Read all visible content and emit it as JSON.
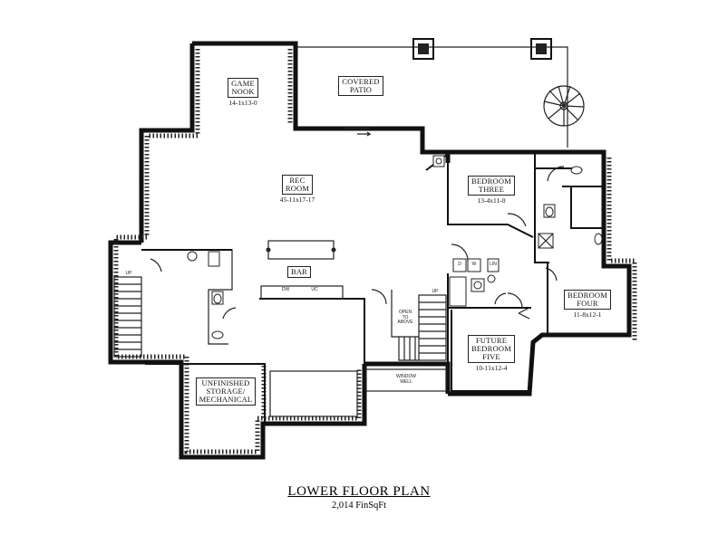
{
  "plan": {
    "title": "LOWER FLOOR PLAN",
    "subtitle": "2,014 FinSqFt"
  },
  "rooms": {
    "game_nook": {
      "name": "GAME\nNOOK",
      "dim": "14-1x13-0"
    },
    "covered_patio": {
      "name": "COVERED\nPATIO"
    },
    "rec_room": {
      "name": "REC\nROOM",
      "dim": "45-11x17-17"
    },
    "bedroom_three": {
      "name": "BEDROOM\nTHREE",
      "dim": "13-4x11-0"
    },
    "bedroom_four": {
      "name": "BEDROOM\nFOUR",
      "dim": "11-8x12-1"
    },
    "future_bedroom_five": {
      "name": "FUTURE\nBEDROOM\nFIVE",
      "dim": "10-11x12-4"
    },
    "bar": {
      "name": "BAR"
    },
    "unfinished_storage": {
      "name": "UNFINISHED\nSTORAGE/\nMECHANICAL"
    }
  },
  "labels": {
    "open_to_above": "OPEN\nTO\nABOVE",
    "window_well": "WINDOW\nWELL",
    "up_left": "UP",
    "up_center": "UP",
    "dw": "DW",
    "uc": "UC",
    "lin": "LIN",
    "w": "W",
    "d": "D"
  },
  "colors": {
    "ink": "#111111",
    "paper": "#ffffff"
  }
}
